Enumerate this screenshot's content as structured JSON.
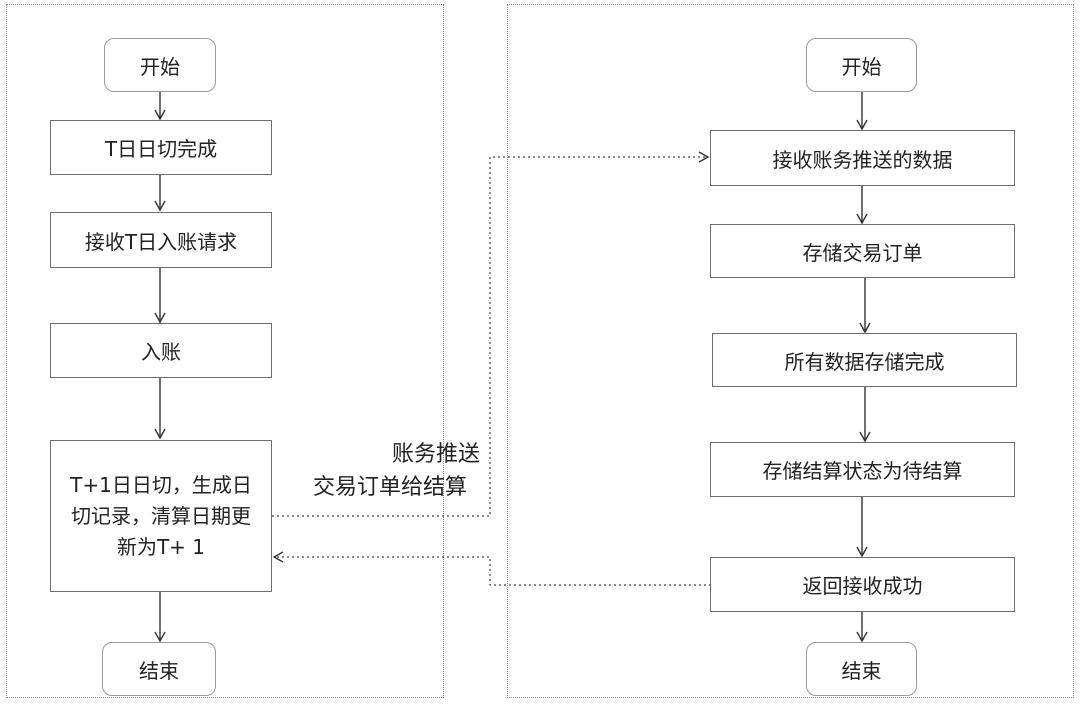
{
  "left_flow": {
    "start": "开始",
    "step1": "T日日切完成",
    "step2": "接收T日入账请求",
    "step3": "入账",
    "step4": "T+1日日切，生成日切记录，清算日期更新为T+ 1",
    "end": "结束"
  },
  "right_flow": {
    "start": "开始",
    "step1": "接收账务推送的数据",
    "step2": "存储交易订单",
    "step3": "所有数据存储完成",
    "step4": "存储结算状态为待结算",
    "step5": "返回接收成功",
    "end": "结束"
  },
  "connector_label": {
    "line1": "账务推送",
    "line2": "交易订单给结算"
  }
}
